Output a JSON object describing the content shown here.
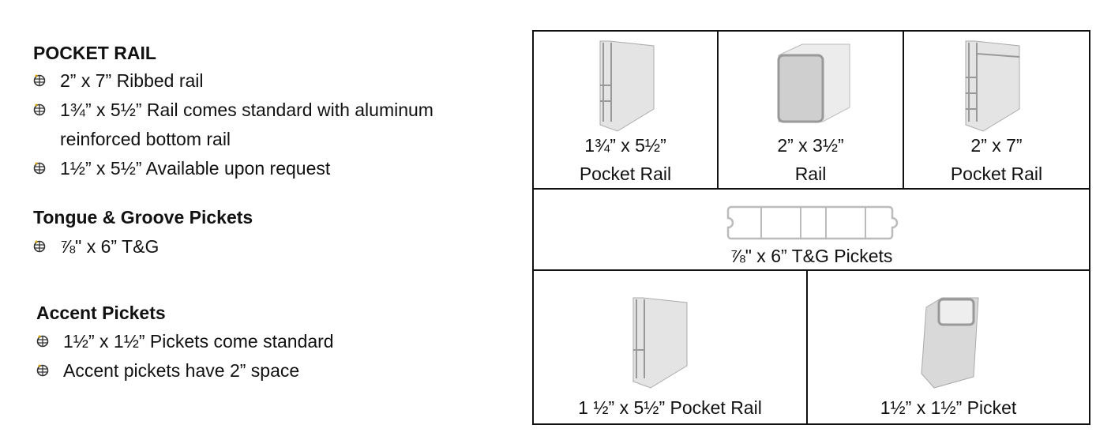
{
  "sections": [
    {
      "heading": "POCKET RAIL",
      "items": [
        "2” x 7” Ribbed rail",
        "1¾” x 5½” Rail comes standard with aluminum",
        "reinforced bottom rail",
        "1½” x 5½” Available upon request"
      ]
    },
    {
      "heading": "Tongue & Groove Pickets",
      "items": [
        "⅞\" x 6” T&G"
      ]
    },
    {
      "heading": "Accent Pickets",
      "items": [
        "1½” x 1½” Pickets come standard",
        "Accent pickets have 2” space"
      ]
    }
  ],
  "grid": {
    "c1": [
      "1¾” x 5½”",
      "Pocket Rail"
    ],
    "c2": [
      "2” x 3½”",
      "Rail"
    ],
    "c3": [
      "2” x 7”",
      "Pocket Rail"
    ],
    "c4": "⅞\" x 6” T&G Pickets",
    "c5": "1 ½” x 5½” Pocket Rail",
    "c6": "1½” x 1½” Picket"
  }
}
